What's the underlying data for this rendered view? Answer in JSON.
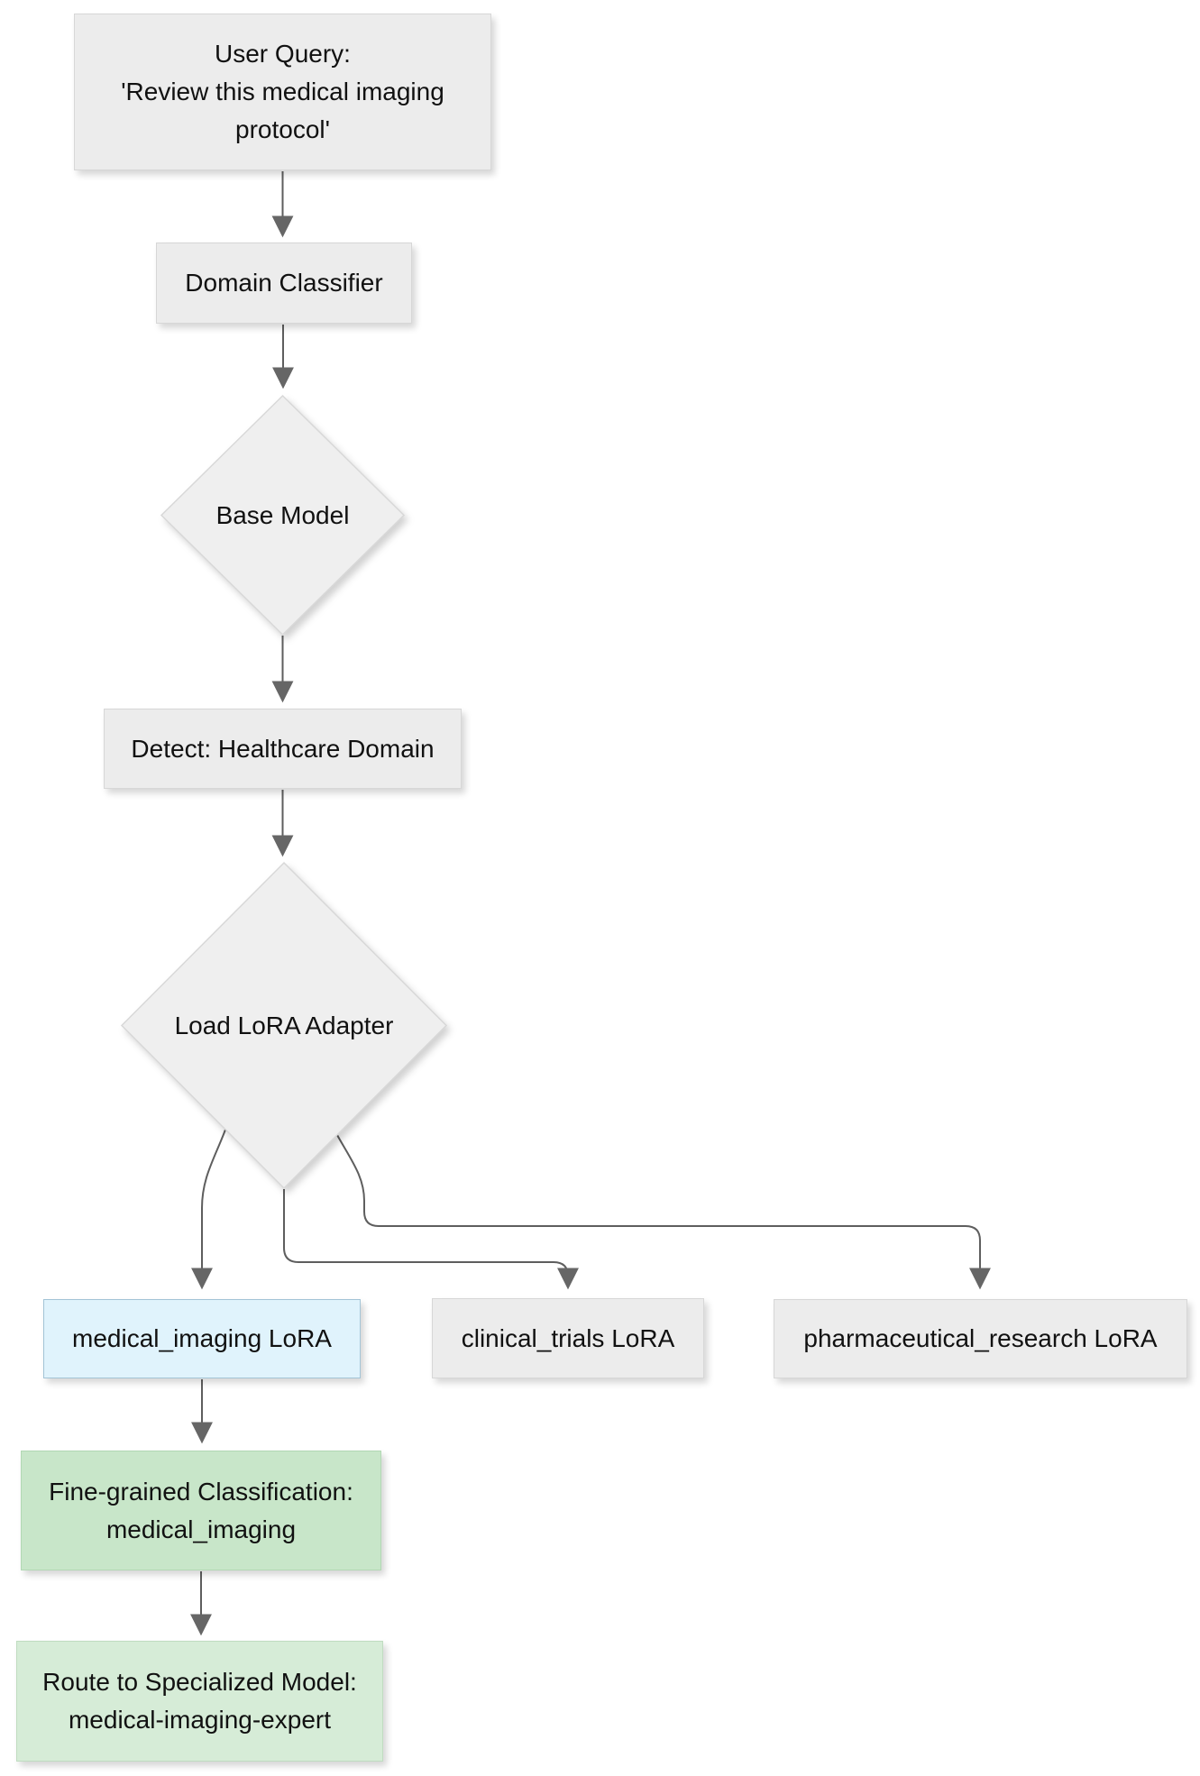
{
  "diagram": {
    "title": "LoRA adapter routing flowchart",
    "background": "#ffffff",
    "edge_color": "#5e5e5e",
    "arrow_color": "#666666",
    "text_color": "#111111"
  },
  "nodes": {
    "user_query": {
      "label": "User Query:\n'Review this medical imaging\nprotocol'",
      "bg": "#ececec",
      "border": "#d7d7d7"
    },
    "domain_classifier": {
      "label": "Domain Classifier",
      "bg": "#ececec",
      "border": "#d7d7d7"
    },
    "base_model": {
      "label": "Base Model",
      "shape": "diamond",
      "bg": "#efefef",
      "border": "#d8d8d8"
    },
    "detect_healthcare": {
      "label": "Detect: Healthcare Domain",
      "bg": "#ececec",
      "border": "#d7d7d7"
    },
    "load_lora": {
      "label": "Load LoRA Adapter",
      "shape": "diamond",
      "bg": "#efefef",
      "border": "#d8d8d8"
    },
    "medical_imaging": {
      "label": "medical_imaging LoRA",
      "bg": "#e0f3fc",
      "border": "#a3c4d6"
    },
    "clinical_trials": {
      "label": "clinical_trials LoRA",
      "bg": "#ececec",
      "border": "#d7d7d7"
    },
    "pharmaceutical_research": {
      "label": "pharmaceutical_research LoRA",
      "bg": "#ececec",
      "border": "#d7d7d7"
    },
    "fine_grained": {
      "label": "Fine-grained Classification:\nmedical_imaging",
      "bg": "#c8e6c9",
      "border": "#b2d8b4"
    },
    "route_specialized": {
      "label": "Route to Specialized Model:\nmedical-imaging-expert",
      "bg": "#d6ecd7",
      "border": "#c0dcc1"
    }
  }
}
